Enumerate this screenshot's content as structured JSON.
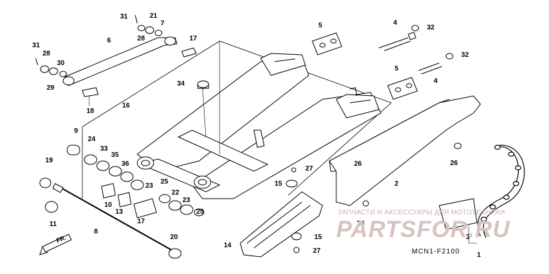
{
  "diagram": {
    "figure_code": "MCN1-F2100",
    "front_marker": "FR.",
    "watermark": {
      "tagline": "ЗАПЧАСТИ И АКСЕССУАРЫ ДЛЯ МОТОТЕХНИКИ",
      "brand": "PARTSFOR.RU"
    },
    "callouts": {
      "c31a": "31",
      "c21": "21",
      "c7": "7",
      "c28a": "28",
      "c5a": "5",
      "c4a": "4",
      "c32a": "32",
      "c6": "6",
      "c17": "17",
      "c31b": "31",
      "c28b": "28",
      "c30": "30",
      "c29": "29",
      "c5b": "5",
      "c32b": "32",
      "c4b": "4",
      "c34": "34",
      "c18": "18",
      "c16": "16",
      "c9": "9",
      "c24": "24",
      "c33": "33",
      "c35": "35",
      "c36": "36",
      "c23a": "23",
      "c19": "19",
      "c27a": "27",
      "c15a": "15",
      "c25a": "25",
      "c22": "22",
      "c23b": "23",
      "c25b": "25",
      "c10": "10",
      "c13": "13",
      "c17b": "17",
      "c11": "11",
      "c8": "8",
      "c26a": "26",
      "c2": "2",
      "c26b": "26",
      "c28c": "28",
      "c3": "3",
      "c14": "14",
      "c15b": "15",
      "c27b": "27",
      "c20": "20",
      "c1": "1"
    }
  }
}
